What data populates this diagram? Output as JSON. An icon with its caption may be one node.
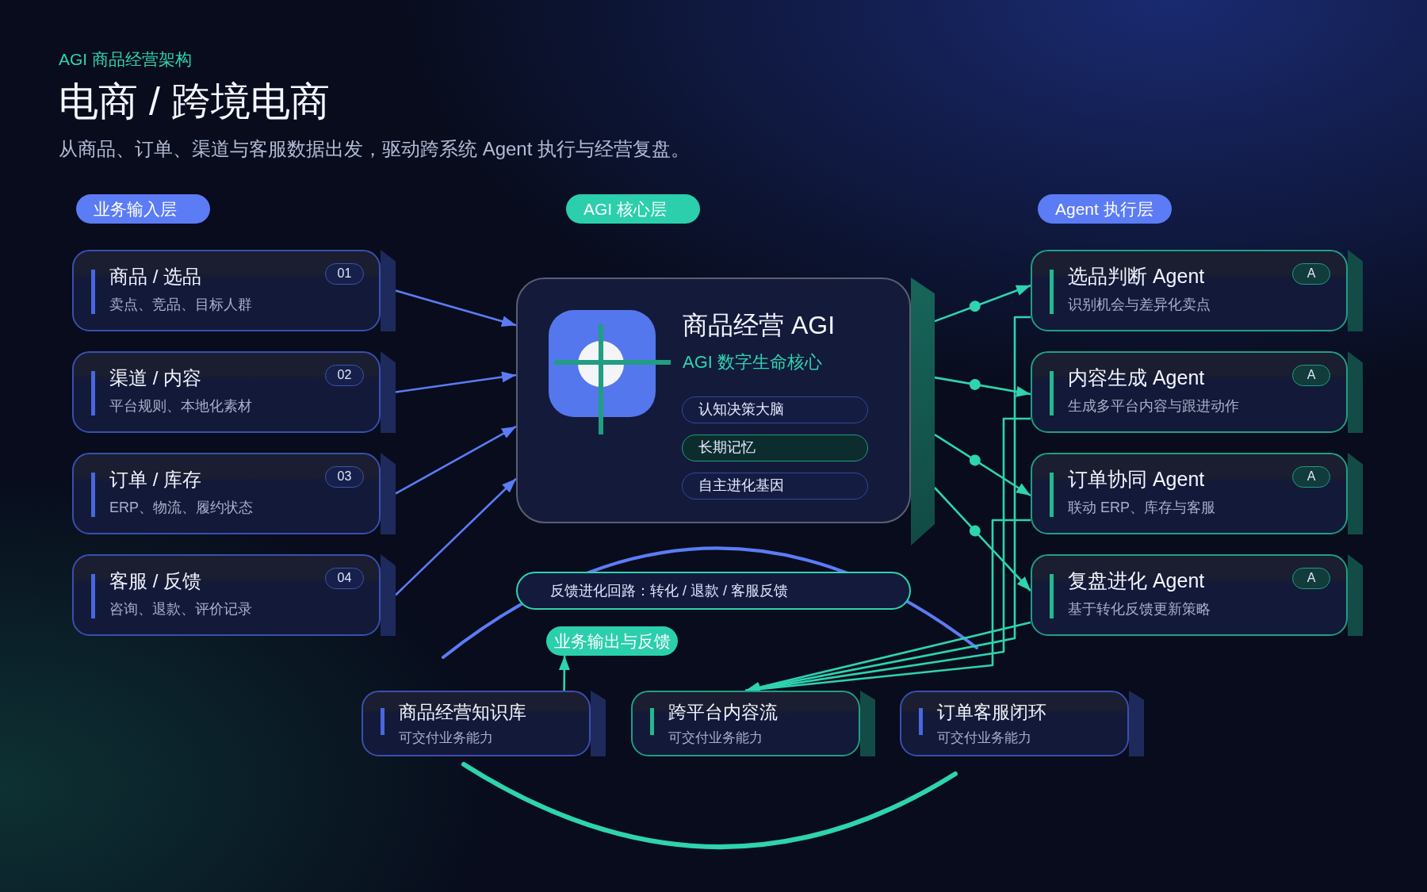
{
  "diagram": {
    "title": "电商 / 跨境电商",
    "nodes": [
      {
        "text": [
          "业务输入层"
        ]
      },
      {
        "text": [
          "AGI 核心层"
        ]
      },
      {
        "text": [
          "Agent 执行层"
        ]
      },
      {
        "text": [
          "商品 / 选品",
          "卖点、竞品、目标人群"
        ]
      },
      {
        "text": [
          "01"
        ],
        "in": 3
      },
      {
        "text": [
          "渠道 / 内容",
          "平台规则、本地化素材"
        ]
      },
      {
        "text": [
          "02"
        ],
        "in": 5
      },
      {
        "text": [
          "订单 / 库存",
          "ERP、物流、履约状态"
        ]
      },
      {
        "text": [
          "03"
        ],
        "in": 7
      },
      {
        "text": [
          "客服 / 反馈",
          "咨询、退款、评价记录"
        ]
      },
      {
        "text": [
          "04"
        ],
        "in": 9
      },
      {
        "text": [
          "商品经营 AGI",
          "AGI 数字生命核心"
        ]
      },
      {
        "text": [
          "认知决策大脑"
        ],
        "in": 11
      },
      {
        "text": [
          "长期记忆"
        ],
        "in": 11
      },
      {
        "text": [
          "自主进化基因"
        ],
        "in": 11
      },
      {
        "text": [
          "选品判断 Agent",
          "识别机会与差异化卖点"
        ]
      },
      {
        "text": [
          "A"
        ],
        "in": 15
      },
      {
        "text": [
          "内容生成 Agent",
          "生成多平台内容与跟进动作"
        ]
      },
      {
        "text": [
          "A"
        ],
        "in": 17
      },
      {
        "text": [
          "订单协同 Agent",
          "联动 ERP、库存与客服"
        ]
      },
      {
        "text": [
          "A"
        ],
        "in": 19
      },
      {
        "text": [
          "复盘进化 Agent",
          "基于转化反馈更新策略"
        ]
      },
      {
        "text": [
          "A"
        ],
        "in": 21
      },
      {
        "text": [
          "反馈进化回路：转化 / 退款 / 客服反馈"
        ]
      },
      {
        "text": [
          "业务输出与反馈"
        ]
      },
      {
        "text": [
          "商品经营知识库",
          "可交付业务能力"
        ]
      },
      {
        "text": [
          "跨平台内容流",
          "可交付业务能力"
        ]
      },
      {
        "text": [
          "订单客服闭环",
          "可交付业务能力"
        ]
      }
    ],
    "edges": [
      {
        "from": 3,
        "to": 11,
        "arrow": "to",
        "color": "#5b7cf5"
      },
      {
        "from": 5,
        "to": 11,
        "arrow": "to",
        "color": "#5b7cf5"
      },
      {
        "from": 7,
        "to": 11,
        "arrow": "to",
        "color": "#5b7cf5"
      },
      {
        "from": 9,
        "to": 11,
        "arrow": "to",
        "color": "#5b7cf5"
      },
      {
        "from": 11,
        "to": 15,
        "arrow": "to"
      },
      {
        "from": 11,
        "to": 17,
        "arrow": "to"
      },
      {
        "from": 11,
        "to": 19,
        "arrow": "to"
      },
      {
        "from": 11,
        "to": 21,
        "arrow": "to"
      },
      {
        "from": 15,
        "to": 26,
        "arrow": "to"
      },
      {
        "from": 17,
        "to": 26,
        "arrow": "to"
      },
      {
        "from": 19,
        "to": 26,
        "arrow": "to"
      },
      {
        "from": 21,
        "to": 26,
        "arrow": "to"
      },
      {
        "from": 25,
        "to": 24,
        "arrow": "to"
      }
    ],
    "labels": [
      "AGI 商品经营架构",
      "从商品、订单、渠道与客服数据出发，驱动跨系统 Agent 执行与经营复盘。"
    ]
  }
}
